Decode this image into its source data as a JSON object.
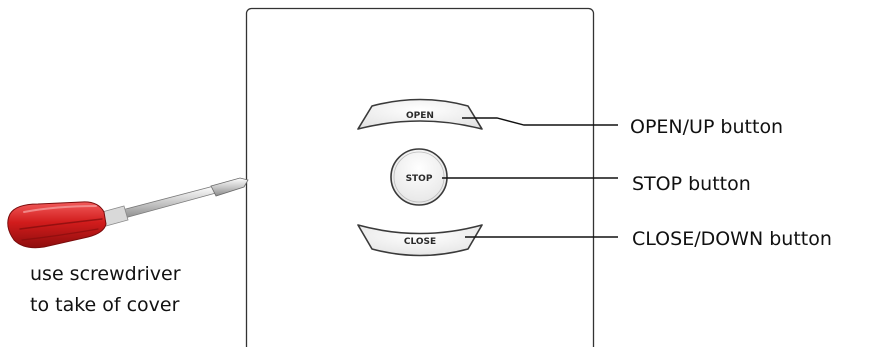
{
  "device": {
    "buttons": {
      "open": "OPEN",
      "stop": "STOP",
      "close": "CLOSE"
    }
  },
  "callouts": {
    "open": "OPEN/UP button",
    "stop": "STOP button",
    "close": "CLOSE/DOWN button"
  },
  "caption": {
    "line1": "use screwdriver",
    "line2": "to take of cover"
  },
  "colors": {
    "handle": "#c81e1e",
    "handle_highlight": "#f06060",
    "panel_border": "#333333",
    "leader_line": "#111111"
  },
  "icons": {
    "screwdriver": "screwdriver-icon"
  }
}
